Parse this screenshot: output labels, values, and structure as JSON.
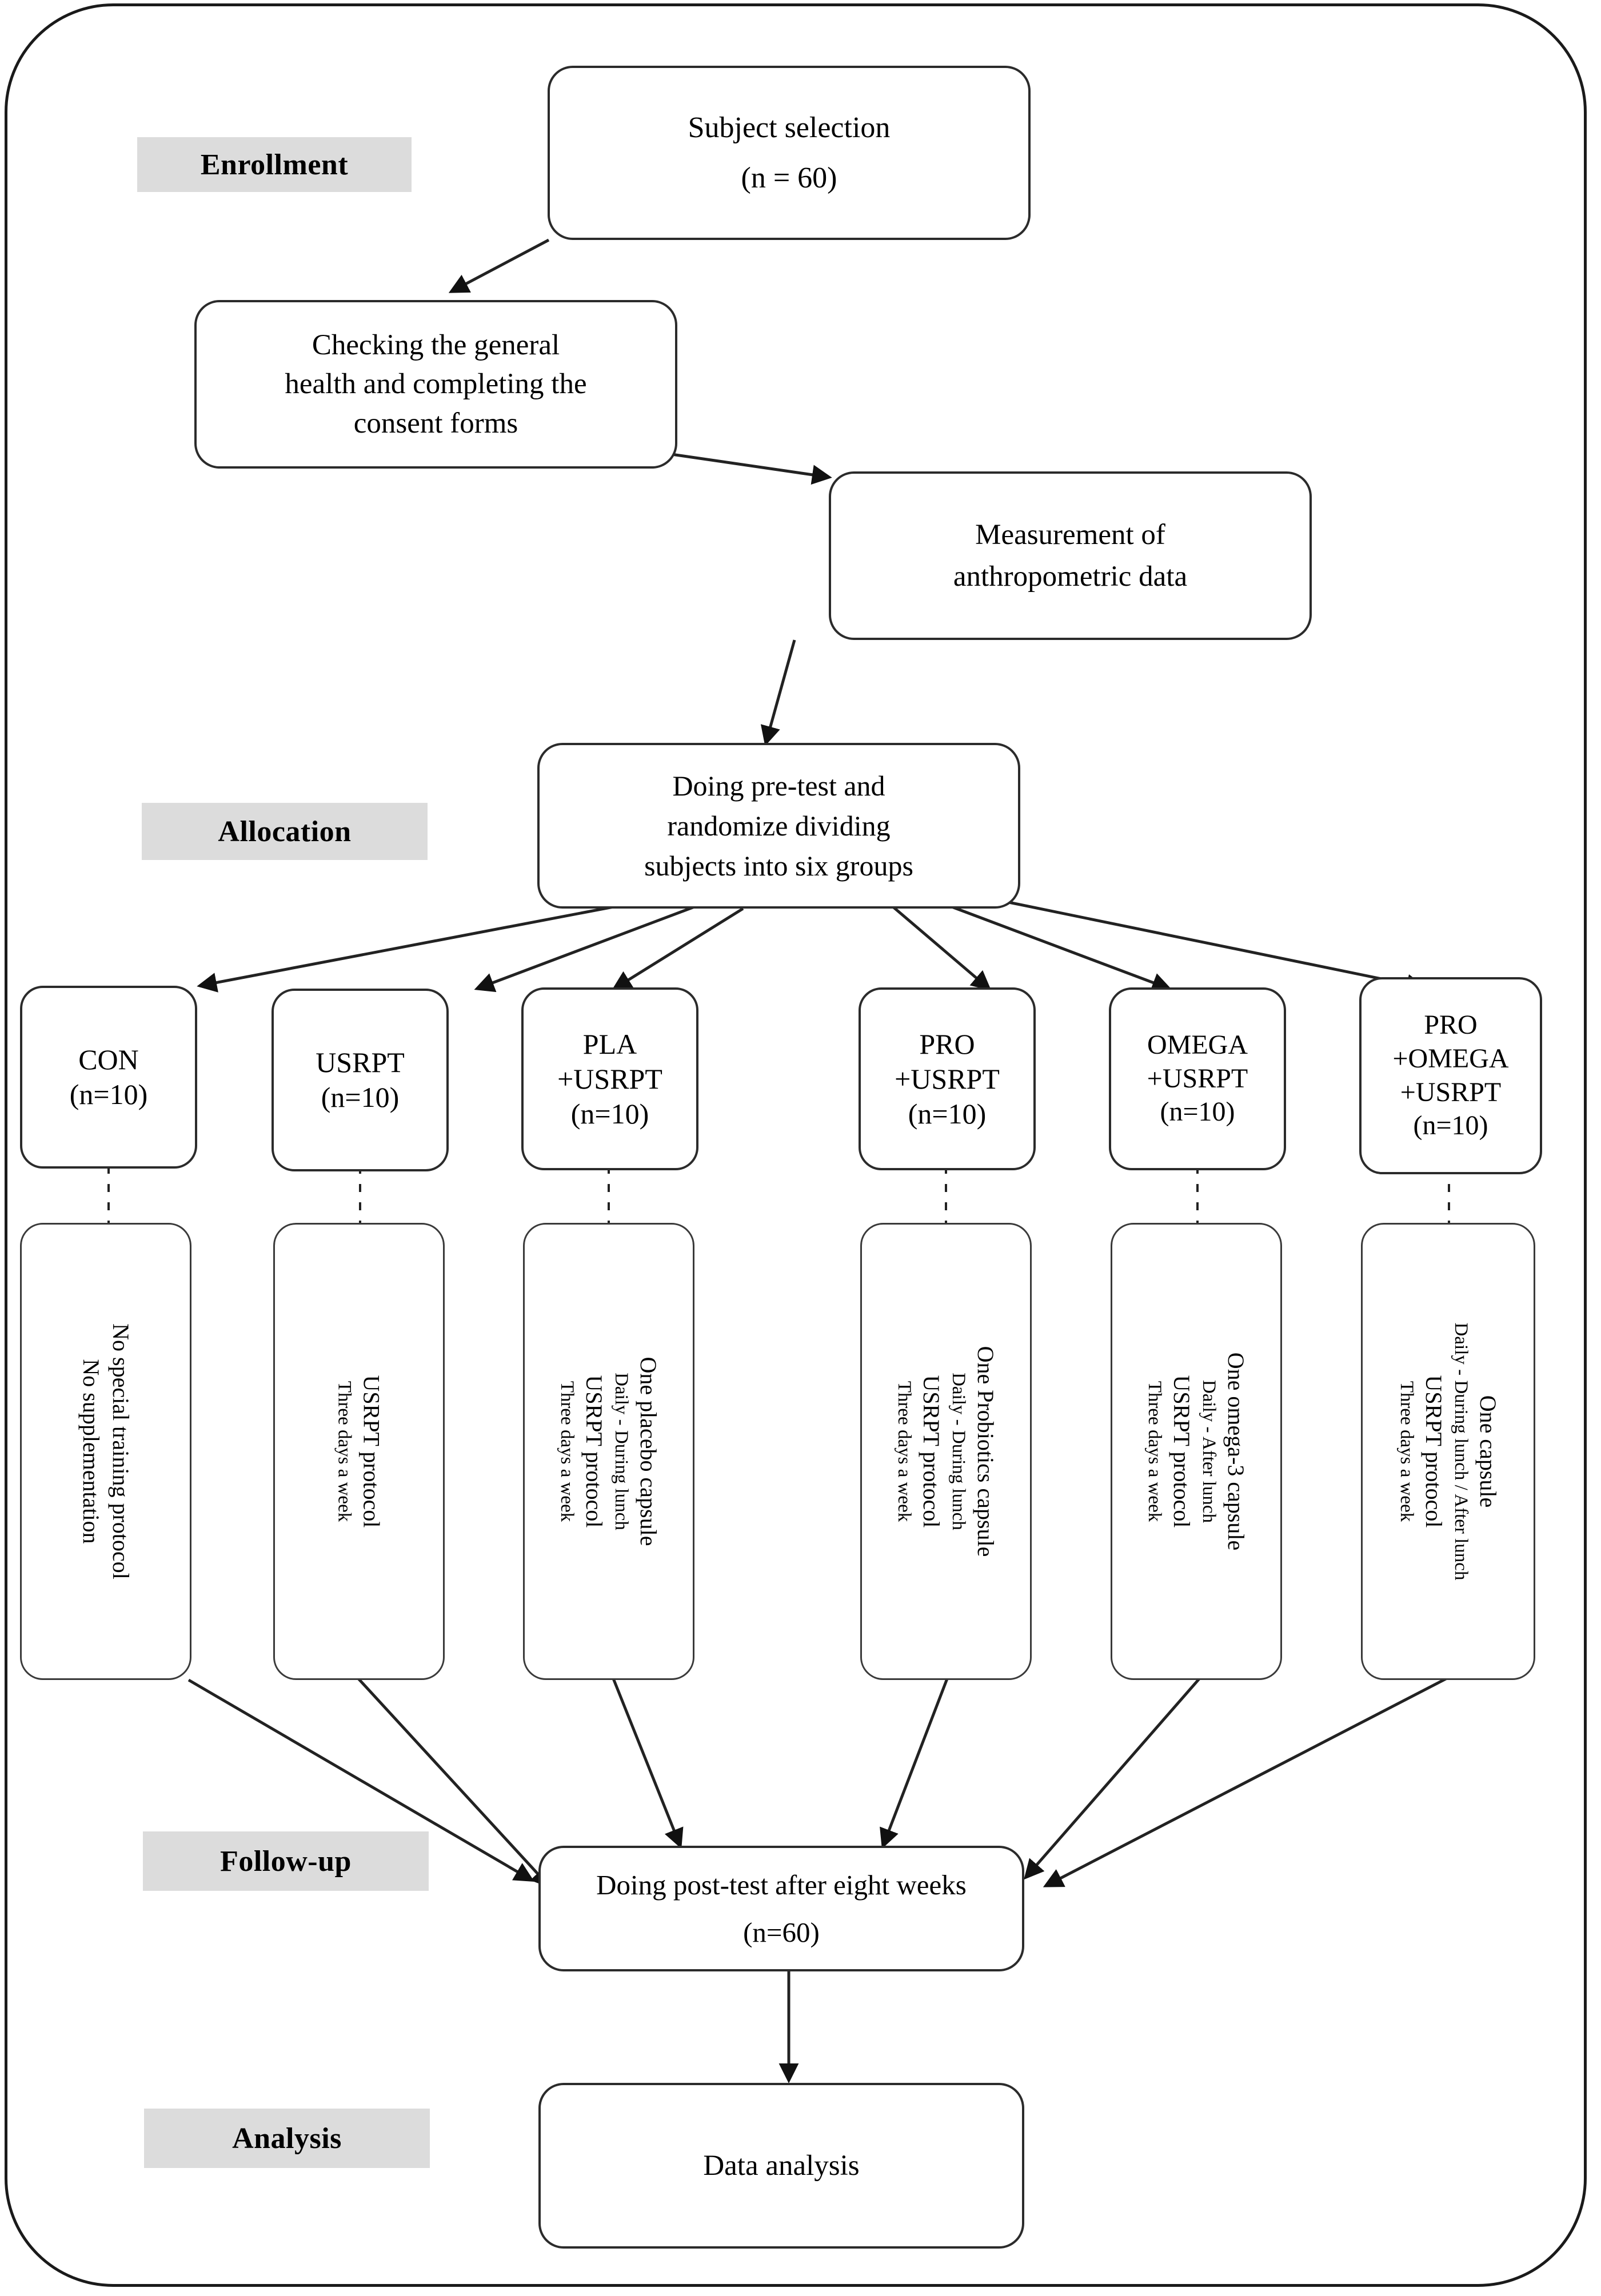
{
  "diagram": {
    "title_semantic": "consort-style-study-flow-diagram",
    "frame_color": "#1a1a1a",
    "stage_chip_color": "#dcdcdc",
    "box_border_color": "#2b2b2b"
  },
  "stages": [
    {
      "id": "enrollment",
      "label": "Enrollment"
    },
    {
      "id": "allocation",
      "label": "Allocation"
    },
    {
      "id": "followup",
      "label": "Follow-up"
    },
    {
      "id": "analysis",
      "label": "Analysis"
    }
  ],
  "nodes": {
    "subject_selection": {
      "line1": "Subject selection",
      "line2": "(n = 60)"
    },
    "health_check": {
      "line1": "Checking the general",
      "line2": "health and completing the",
      "line3": "consent forms"
    },
    "anthropometric": {
      "line1": "Measurement of",
      "line2": "anthropometric data"
    },
    "randomization": {
      "line1": "Doing pre-test and",
      "line2": "randomize dividing",
      "line3": "subjects into six groups"
    },
    "post_test": {
      "line1": "Doing post-test after eight weeks",
      "line2": "(n=60)"
    },
    "data_analysis": {
      "line1": "Data analysis"
    }
  },
  "groups": [
    {
      "id": "con",
      "name_lines": [
        "CON"
      ],
      "n": "(n=10)",
      "protocol_lines": [
        "No special training protocol",
        "No supplementation"
      ],
      "protocol_sizes": [
        "big",
        "big"
      ]
    },
    {
      "id": "usrpt",
      "name_lines": [
        "USRPT"
      ],
      "n": "(n=10)",
      "protocol_lines": [
        "USRPT protocol",
        "Three days a week"
      ],
      "protocol_sizes": [
        "big",
        "small"
      ]
    },
    {
      "id": "pla-usrpt",
      "name_lines": [
        "PLA",
        "+USRPT"
      ],
      "n": "(n=10)",
      "protocol_lines": [
        "One placebo capsule",
        "Daily - During lunch",
        "USRPT protocol",
        "Three days a week"
      ],
      "protocol_sizes": [
        "big",
        "small",
        "big",
        "small"
      ]
    },
    {
      "id": "pro-usrpt",
      "name_lines": [
        "PRO",
        "+USRPT"
      ],
      "n": "(n=10)",
      "protocol_lines": [
        "One Probiotics capsule",
        "Daily - During lunch",
        "USRPT protocol",
        "Three days a week"
      ],
      "protocol_sizes": [
        "big",
        "small",
        "big",
        "small"
      ]
    },
    {
      "id": "omega-usrpt",
      "name_lines": [
        "OMEGA",
        "+USRPT"
      ],
      "n": "(n=10)",
      "protocol_lines": [
        "One omega-3 capsule",
        "Daily - After lunch",
        "USRPT protocol",
        "Three days a week"
      ],
      "protocol_sizes": [
        "big",
        "small",
        "big",
        "small"
      ]
    },
    {
      "id": "pro-omega-usrpt",
      "name_lines": [
        "PRO",
        "+OMEGA",
        "+USRPT"
      ],
      "n": "(n=10)",
      "protocol_lines": [
        "One capsule",
        "Daily - During lunch / After lunch",
        "USRPT protocol",
        "Three days a week"
      ],
      "protocol_sizes": [
        "big",
        "small",
        "big",
        "small"
      ]
    }
  ]
}
